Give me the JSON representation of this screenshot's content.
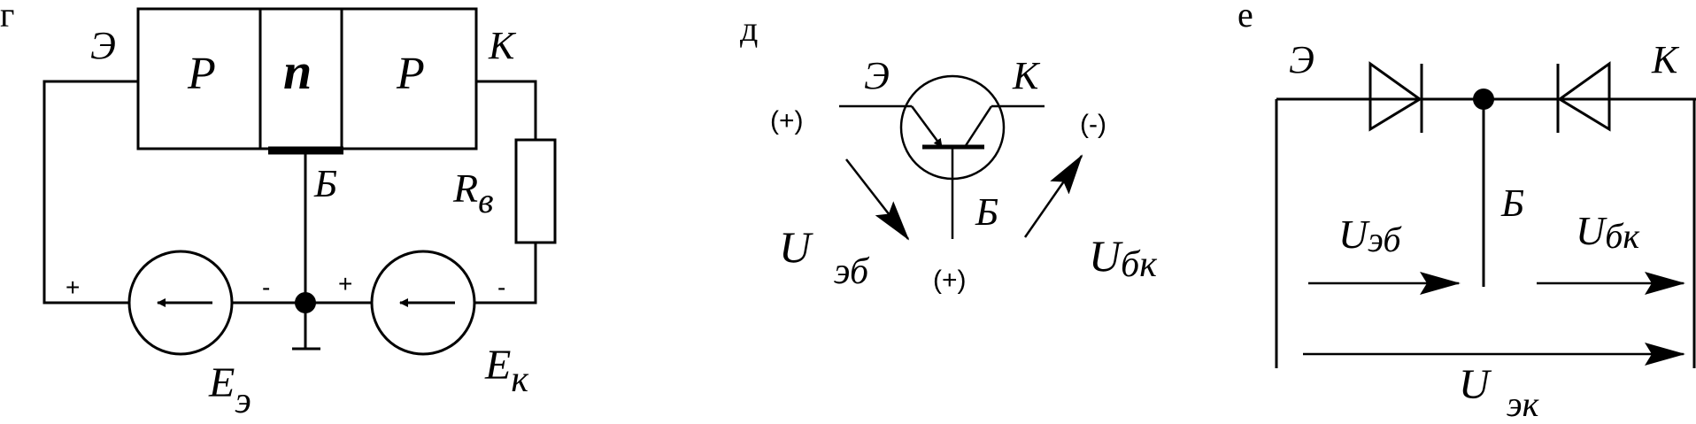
{
  "panels": {
    "g": {
      "letter": "г",
      "emitter": "Э",
      "collector": "К",
      "base": "Б",
      "region_left": "P",
      "region_mid": "n",
      "region_right": "P",
      "resistor": "R",
      "resistor_sub": "в",
      "src_e": "E",
      "src_e_sub": "э",
      "src_k": "E",
      "src_k_sub": "к",
      "plus1": "+",
      "minus1": "-",
      "plus2": "+",
      "minus2": "-"
    },
    "d": {
      "letter": "д",
      "emitter": "Э",
      "collector": "К",
      "base": "Б",
      "plus_left": "(+)",
      "plus_bottom": "(+)",
      "minus_right": "(-)",
      "u_eb_main": "U",
      "u_eb_sub": "эб",
      "u_bk_main": "U",
      "u_bk_sub": "бк"
    },
    "e": {
      "letter": "е",
      "emitter": "Э",
      "collector": "К",
      "base": "Б",
      "u_eb_main": "U",
      "u_eb_sub": "эб",
      "u_bk_main": "U",
      "u_bk_sub": "бк",
      "u_ek_main": "U",
      "u_ek_sub": "эк"
    }
  }
}
